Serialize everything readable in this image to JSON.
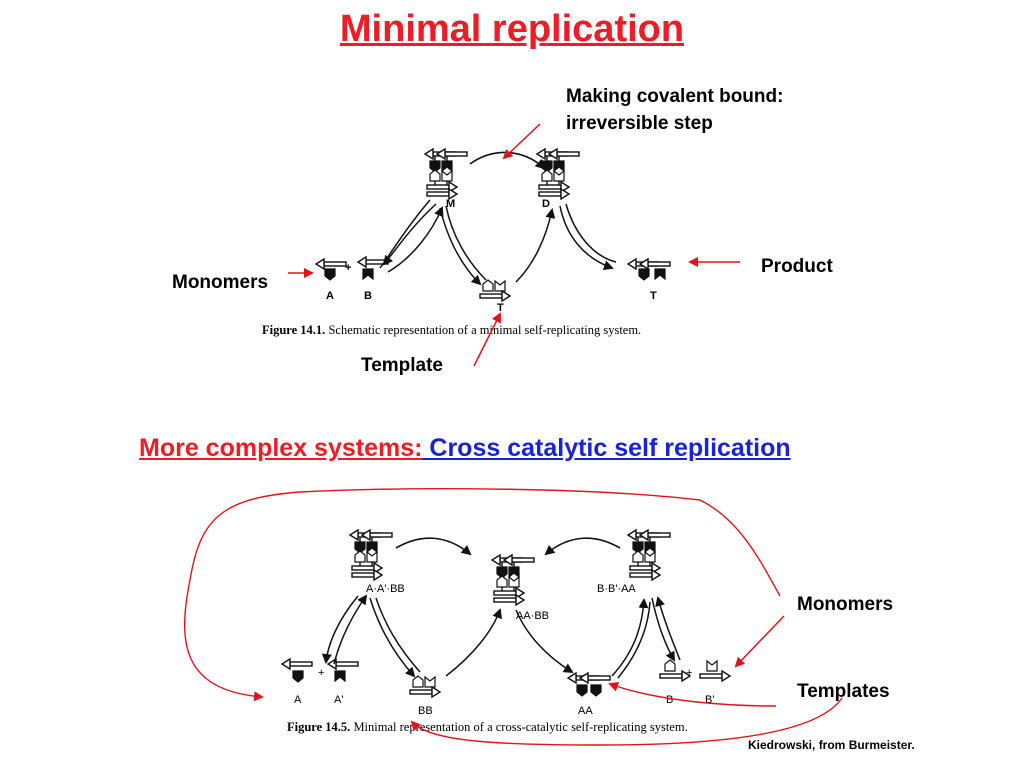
{
  "title": "Minimal replication",
  "annotations_top": {
    "covalent_line1": "Making covalent bound:",
    "covalent_line2": "irreversible step",
    "product": "Product",
    "monomers": "Monomers",
    "template": "Template"
  },
  "figure1": {
    "caption_bold": "Figure 14.1.",
    "caption_text": " Schematic representation of a minimal self-replicating system.",
    "labels": {
      "M": "M",
      "D": "D",
      "A": "A",
      "B": "B",
      "T_center": "T",
      "T_right": "T",
      "plus": "+"
    }
  },
  "heading2": {
    "red": "More complex systems:",
    "blue": " Cross catalytic self replication",
    "tail": " "
  },
  "annotations_bottom": {
    "monomers": "Monomers",
    "templates": "Templates"
  },
  "figure2": {
    "caption_bold": "Figure 14.5.",
    "caption_text": " Minimal representation of a cross-catalytic self-replicating system.",
    "labels": {
      "AABB_left": "A·A'·BB",
      "BBAA_right": "B·B'·AA",
      "AABB_center": "AA·BB",
      "A": "A",
      "A_prime": "A'",
      "BB": "BB",
      "AA": "AA",
      "B": "B",
      "B_prime": "B'",
      "plus1": "+",
      "plus2": "+"
    }
  },
  "credit": "Kiedrowski, from Burmeister.",
  "colors": {
    "title": "#ee1c24",
    "heading_red": "#ee1c24",
    "heading_blue": "#1a22d8",
    "arrow": "#e0151c"
  }
}
